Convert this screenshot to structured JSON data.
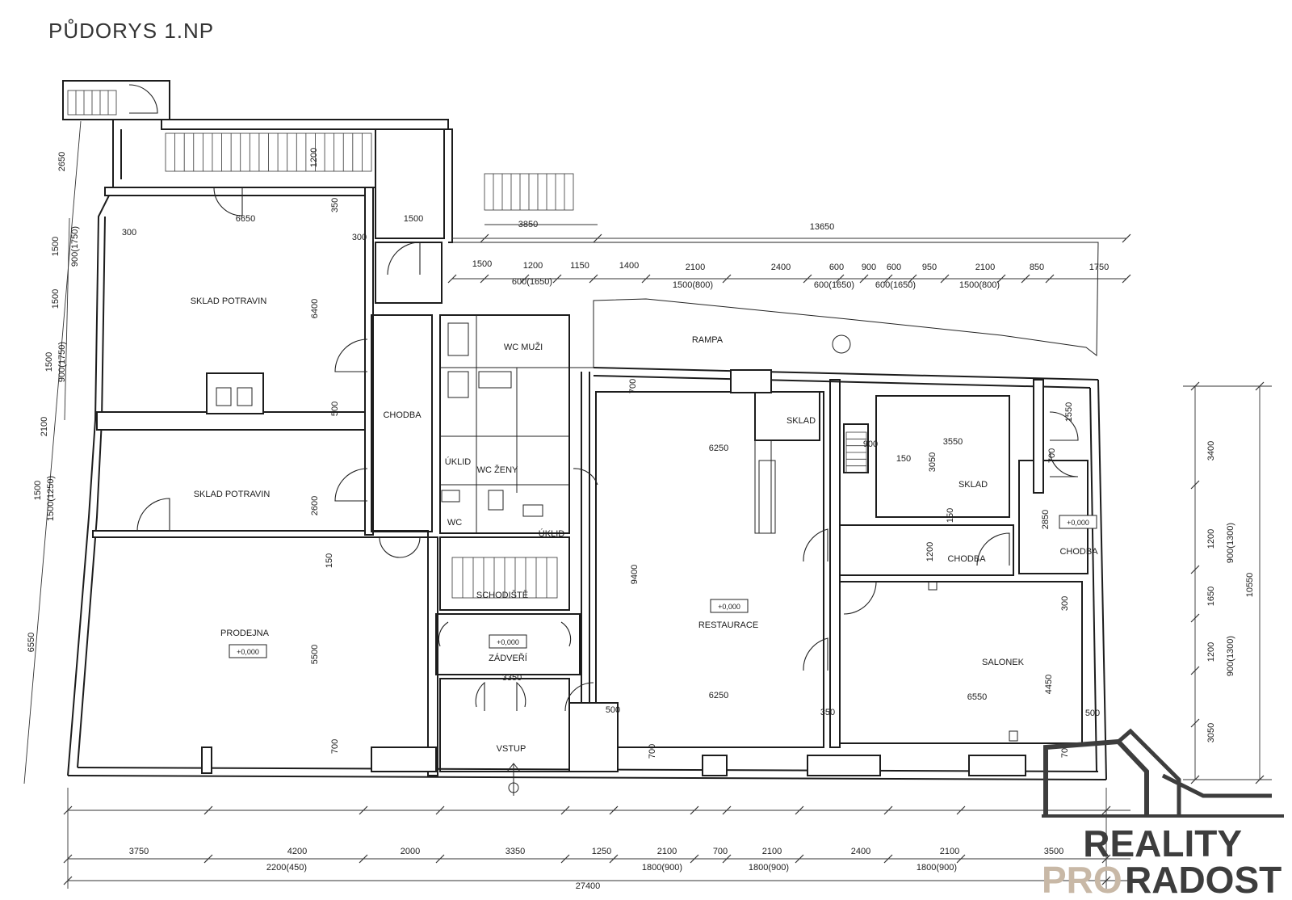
{
  "title": "PŮDORYS 1.NP",
  "rooms": {
    "sklad_potravin_1": "SKLAD POTRAVIN",
    "sklad_potravin_2": "SKLAD POTRAVIN",
    "prodejna": "PRODEJNA",
    "chodba_1": "CHODBA",
    "wc_muzi": "WC MUŽI",
    "wc_zeny": "WC ŽENY",
    "uklid_1": "ÚKLID",
    "uklid_2": "ÚKLID",
    "wc": "WC",
    "schodiste": "SCHODIŠTĚ",
    "zadveri": "ZÁDVEŘÍ",
    "vstup": "VSTUP",
    "rampa": "RAMPA",
    "sklad_1": "SKLAD",
    "sklad_2": "SKLAD",
    "restaurace": "RESTAURACE",
    "salonek": "SALONEK",
    "chodba_2": "CHODBA",
    "chodba_3": "CHODBA"
  },
  "levels": {
    "prodejna": "+0,000",
    "zadveri": "+0,000",
    "restaurace": "+0,000",
    "chodba": "+0,000"
  },
  "dims": {
    "d2650": "2650",
    "d1500a": "1500",
    "d900_1750a": "900(1750)",
    "d1500b": "1500",
    "d1500c": "1500",
    "d900_1750b": "900(1750)",
    "d2100": "2100",
    "d1500d": "1500",
    "d1500_1250": "1500(1250)",
    "d6550": "6550",
    "d6650": "6650",
    "d300a": "300",
    "d300b": "300",
    "d350": "350",
    "d6400": "6400",
    "d500a": "500",
    "d2600": "2600",
    "d150a": "150",
    "d5500": "5500",
    "d700a": "700",
    "d1200a": "1200",
    "d1500e": "1500",
    "d3850": "3850",
    "d13650": "13650",
    "d1500f": "1500",
    "d1200b": "1200",
    "d1150": "1150",
    "d1400": "1400",
    "d2100b": "2100",
    "d2400": "2400",
    "d600a": "600",
    "d900": "900",
    "d600b": "600",
    "d950": "950",
    "d2100c": "2100",
    "d850": "850",
    "d1750": "1750",
    "d600_1650a": "600(1650)",
    "d1500_800a": "1500(800)",
    "d600_1650b": "600(1650)",
    "d600_1650c": "600(1650)",
    "d1500_800b": "1500(800)",
    "d700b": "700",
    "d6250a": "6250",
    "d9400": "9400",
    "d6250b": "6250",
    "d500b": "500",
    "d350b": "350",
    "d700c": "700",
    "d3350a": "3350",
    "d900c": "900",
    "d150b": "150",
    "d3550": "3550",
    "d3050": "3050",
    "d150c": "150",
    "d1200c": "1200",
    "d1550": "1550",
    "d700d": "700",
    "d2850": "2850",
    "d300c": "300",
    "d4450": "4450",
    "d6550b": "6550",
    "d500c": "500",
    "d700e": "700",
    "r3400": "3400",
    "r1200a": "1200",
    "r900_1300a": "900(1300)",
    "r1650": "1650",
    "r1200b": "1200",
    "r900_1300b": "900(1300)",
    "r3050": "3050",
    "r10550": "10550",
    "b3750": "3750",
    "b4200": "4200",
    "b2000": "2000",
    "b3350": "3350",
    "b1250": "1250",
    "b2100a": "2100",
    "b700": "700",
    "b2100b": "2100",
    "b2400": "2400",
    "b2100c": "2100",
    "b3500": "3500",
    "b2200_450": "2200(450)",
    "b1800_900a": "1800(900)",
    "b1800_900b": "1800(900)",
    "b1800_900c": "1800(900)",
    "b27400": "27400"
  },
  "logo": {
    "line1": "REALITY",
    "line2a": "PRO",
    "line2b": "RADOST"
  }
}
